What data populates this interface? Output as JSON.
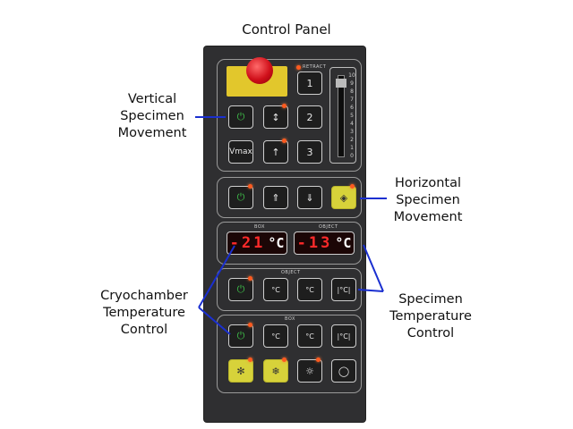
{
  "title": "Control Panel",
  "labels": {
    "vertical": "Vertical Specimen Movement",
    "horizontal": "Horizontal Specimen Movement",
    "cryochamber": "Cryochamber Temperature Control",
    "specimen": "Specimen Temperature Control"
  },
  "panel": {
    "retract_label": "RETRACT",
    "box_label": "BOX",
    "object_label": "OBJECT",
    "box_display": "-21",
    "object_display": "-13",
    "temp_unit": "°C",
    "vmax_label": "Vmax",
    "step_1": "1",
    "step_2": "2",
    "step_3": "3",
    "scale_ticks": [
      "10",
      "9",
      "8",
      "7",
      "6",
      "5",
      "4",
      "3",
      "2",
      "1",
      "0"
    ],
    "temp_btn": "°C",
    "temp_abs": "|°C|",
    "led_color": "#ff5a1f",
    "display_color": "#ff2a2a",
    "arrow_color": "#1a2fd0"
  }
}
